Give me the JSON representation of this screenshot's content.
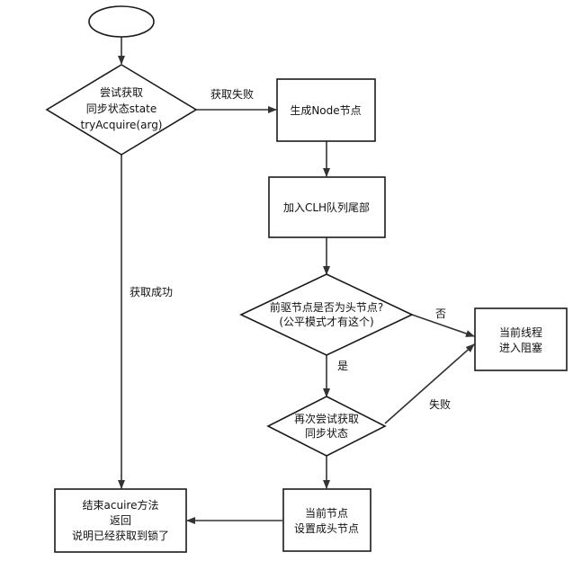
{
  "nodes": {
    "try_acquire": {
      "lines": [
        "尝试获取",
        "同步状态state",
        "tryAcquire(arg)"
      ]
    },
    "create_node": {
      "lines": [
        "生成Node节点"
      ]
    },
    "join_clh": {
      "lines": [
        "加入CLH队列尾部"
      ]
    },
    "prev_is_head": {
      "lines": [
        "前驱节点是否为头节点?",
        "(公平模式才有这个)"
      ]
    },
    "block": {
      "lines": [
        "当前线程",
        "进入阻塞"
      ]
    },
    "retry": {
      "lines": [
        "再次尝试获取",
        "同步状态"
      ]
    },
    "set_head": {
      "lines": [
        "当前节点",
        "设置成头节点"
      ]
    },
    "end": {
      "lines": [
        "结束acuire方法",
        "返回",
        "说明已经获取到锁了"
      ]
    }
  },
  "edges": {
    "acquire_fail": "获取失败",
    "acquire_success": "获取成功",
    "no": "否",
    "yes": "是",
    "fail": "失败"
  }
}
